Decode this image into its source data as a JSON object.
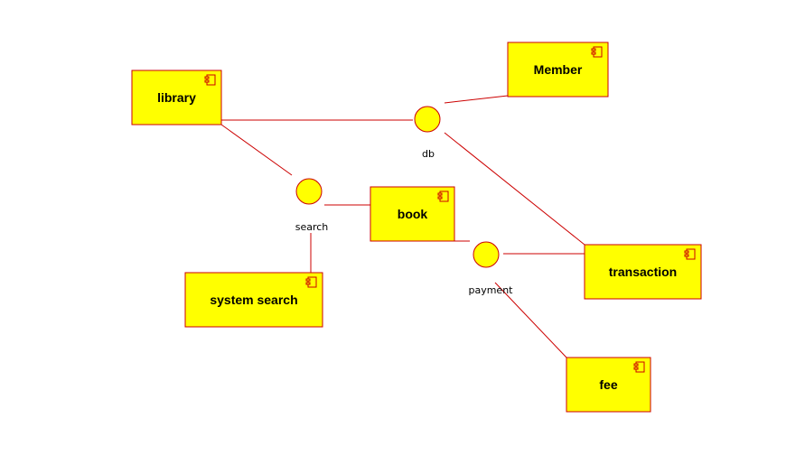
{
  "colors": {
    "fill": "#ffff00",
    "stroke": "#cc0000",
    "background": "#ffffff"
  },
  "components": [
    {
      "id": "library",
      "label": "library",
      "icon": "component-icon"
    },
    {
      "id": "member",
      "label": "Member",
      "icon": "component-icon"
    },
    {
      "id": "book",
      "label": "book",
      "icon": "component-icon"
    },
    {
      "id": "system-search",
      "label": "system search",
      "icon": "component-icon"
    },
    {
      "id": "transaction",
      "label": "transaction",
      "icon": "component-icon"
    },
    {
      "id": "fee",
      "label": "fee",
      "icon": "component-icon"
    }
  ],
  "interfaces": [
    {
      "id": "db",
      "label": "db"
    },
    {
      "id": "search",
      "label": "search"
    },
    {
      "id": "payment",
      "label": "payment"
    }
  ],
  "connections": [
    {
      "from": "library",
      "to": "db"
    },
    {
      "from": "member",
      "to": "db"
    },
    {
      "from": "db",
      "to": "transaction"
    },
    {
      "from": "library",
      "to": "search"
    },
    {
      "from": "search",
      "to": "book"
    },
    {
      "from": "search",
      "to": "system-search"
    },
    {
      "from": "book",
      "to": "payment"
    },
    {
      "from": "payment",
      "to": "transaction"
    },
    {
      "from": "payment",
      "to": "fee"
    }
  ]
}
